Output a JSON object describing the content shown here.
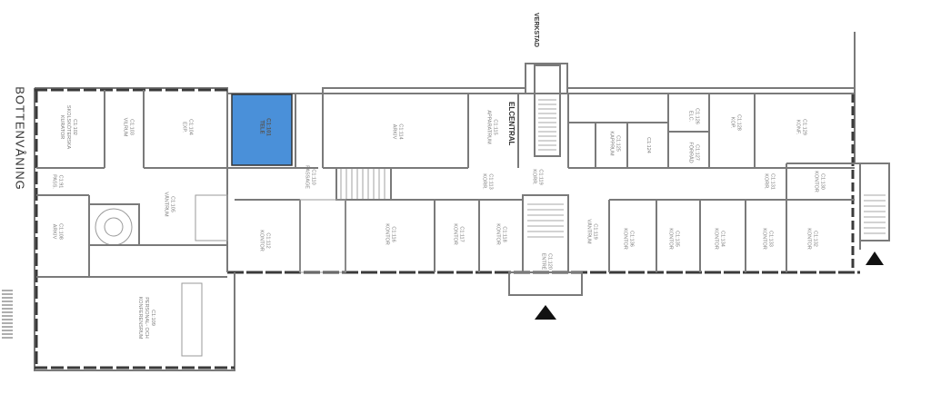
{
  "floor_title": "BOTTENVÅNING",
  "verkstad_label": "VERKSTAD",
  "elcentral_label": "ELCENTRAL",
  "highlight_color": "#4a90d9",
  "rooms": [
    {
      "id": "C1:102",
      "name": "SKOLSKÖTERSKA\nKURATOR"
    },
    {
      "id": "C1:103",
      "name": "VILRUM"
    },
    {
      "id": "C1:104",
      "name": "EXP."
    },
    {
      "id": "C1:101",
      "name": "TELE",
      "highlighted": true
    },
    {
      "id": "C1:114",
      "name": "ARKIV"
    },
    {
      "id": "C1:115",
      "name": "APPARATRUM"
    },
    {
      "id": "C1:119",
      "name": "KORR."
    },
    {
      "id": "C1:125",
      "name": "KAPPRUM"
    },
    {
      "id": "C1:124",
      "name": ""
    },
    {
      "id": "C1:126",
      "name": "ELC."
    },
    {
      "id": "C1:127",
      "name": "FÖRRÅD"
    },
    {
      "id": "C1:128",
      "name": "KOP."
    },
    {
      "id": "C1:129",
      "name": "KONF."
    },
    {
      "id": "C1:131",
      "name": "KORR."
    },
    {
      "id": "C1:130",
      "name": "KONTOR"
    },
    {
      "id": "C1:91",
      "name": "PASS."
    },
    {
      "id": "C1:105",
      "name": "VÄNTRUM"
    },
    {
      "id": "C1:110",
      "name": "PASSAGE"
    },
    {
      "id": "C1:113",
      "name": "KORR."
    },
    {
      "id": "C1:108",
      "name": "ARKIV"
    },
    {
      "id": "C1:112",
      "name": "KONTOR"
    },
    {
      "id": "C1:116",
      "name": "KONTOR"
    },
    {
      "id": "C1:117",
      "name": "KONTOR"
    },
    {
      "id": "C1:118",
      "name": "KONTOR"
    },
    {
      "id": "C1:119B",
      "name": "VÄNTRUM"
    },
    {
      "id": "C1:136",
      "name": "KONTOR"
    },
    {
      "id": "C1:135",
      "name": "KONTOR"
    },
    {
      "id": "C1:134",
      "name": "KONTOR"
    },
    {
      "id": "C1:133",
      "name": "KONTOR"
    },
    {
      "id": "C1:132",
      "name": "KONTOR"
    },
    {
      "id": "C1:120",
      "name": "ENTRÉ"
    },
    {
      "id": "C1:109",
      "name": "PERSONAL- OCH\nKONFERENSRUM"
    }
  ]
}
